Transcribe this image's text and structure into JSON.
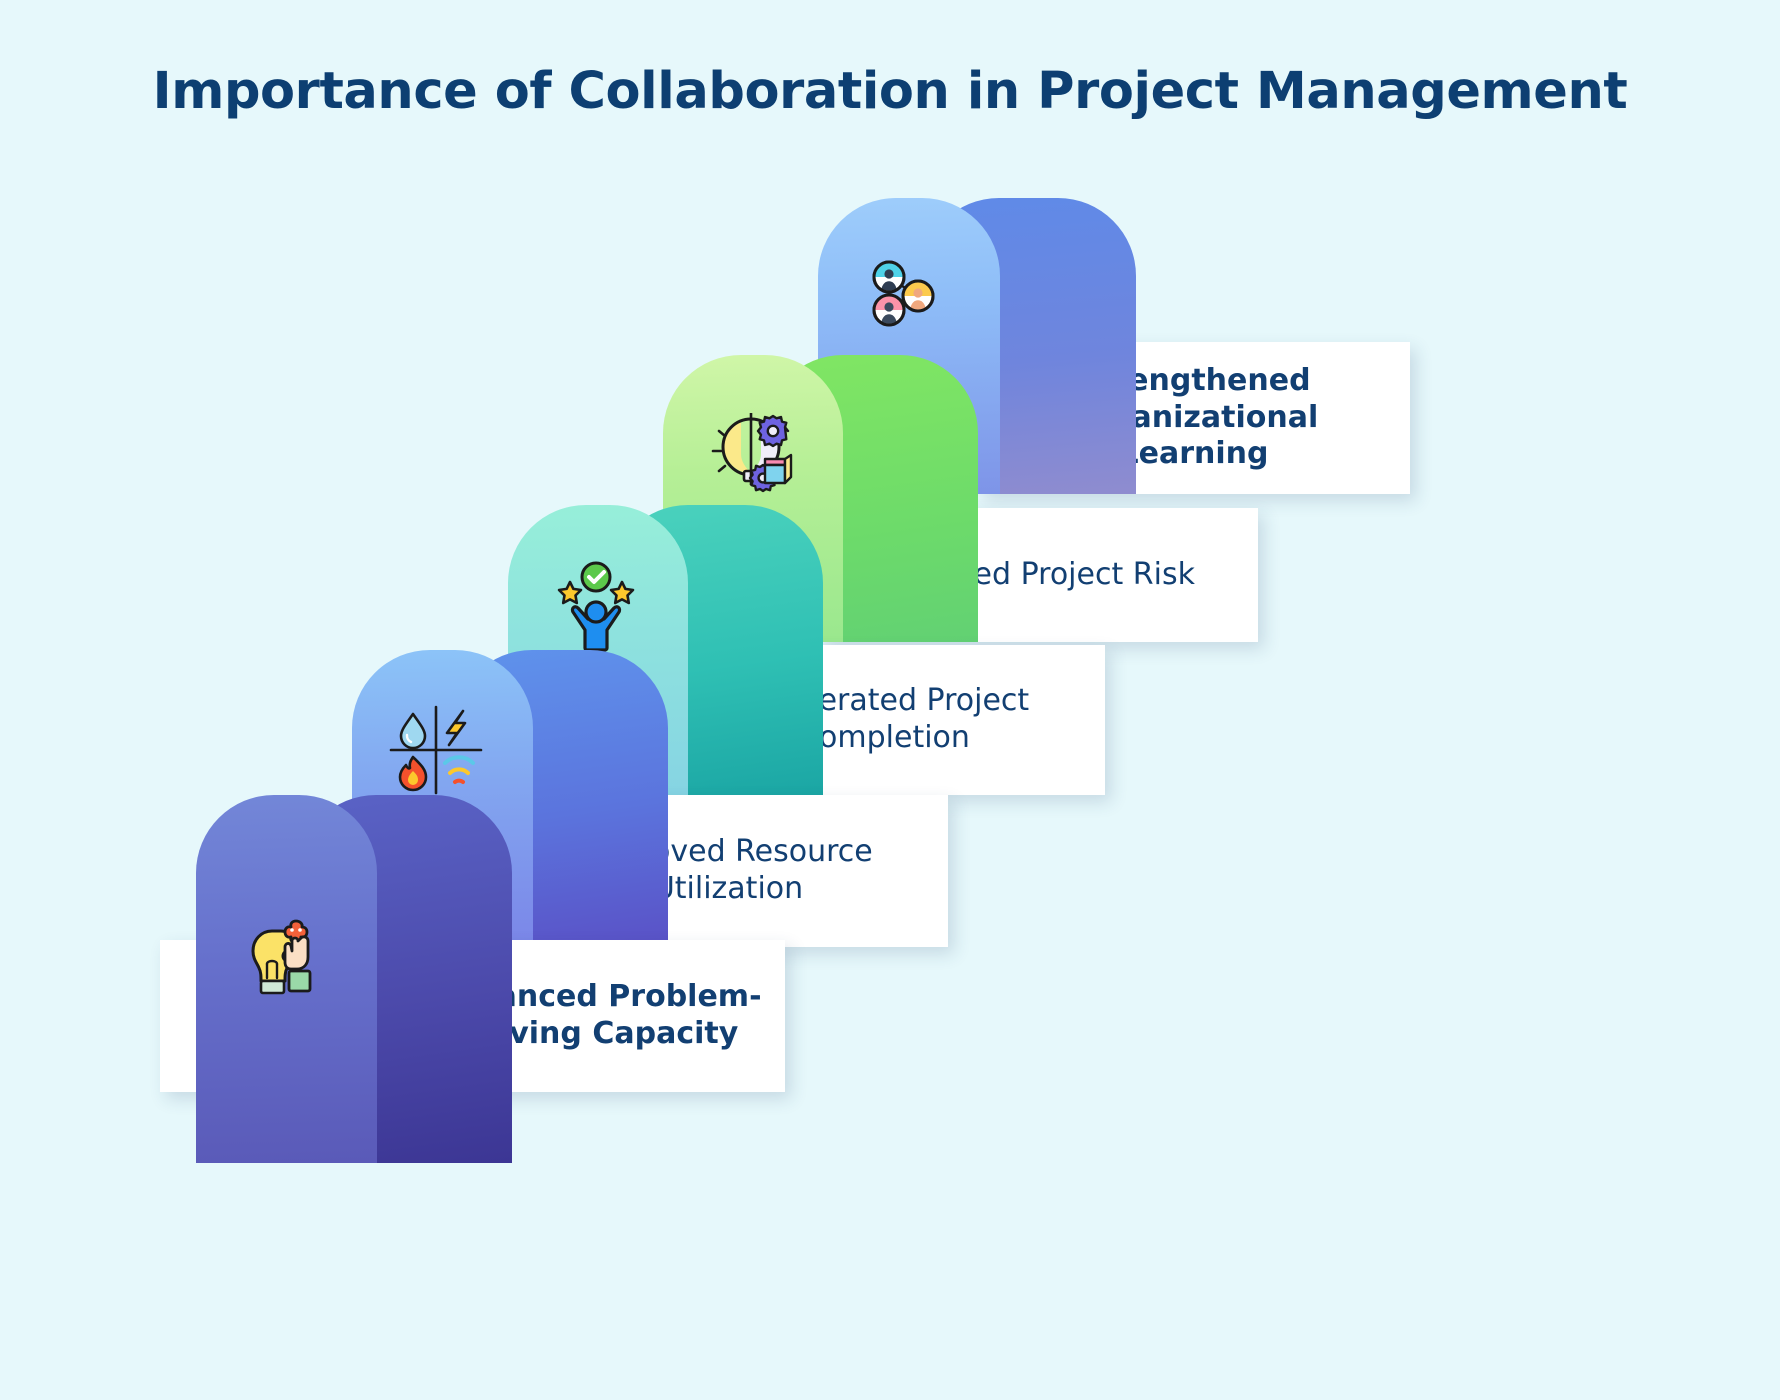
{
  "page": {
    "background_color": "#e6f8fb",
    "title": "Importance of Collaboration in Project Management",
    "title_color": "#0d3f72",
    "text_color": "#123f72"
  },
  "steps": [
    {
      "id": "step-1",
      "label": "Enhanced Problem-Solving Capacity",
      "icon": "lightbulb-puzzle-hand-icon",
      "front_color_top": "#6f7fd4",
      "front_color_bottom": "#5a63bd",
      "side_color_top": "#5560c2",
      "side_color_bottom": "#3c3694",
      "label_bold": true
    },
    {
      "id": "step-2",
      "label": "Improved Resource Utilization",
      "icon": "utilities-grid-icon",
      "front_color_top": "#87b6f5",
      "front_color_bottom": "#7b86e8",
      "side_color_top": "#5f87e8",
      "side_color_bottom": "#5b51c6",
      "label_bold": false
    },
    {
      "id": "step-3",
      "label": "Accelerated Project Completion",
      "icon": "celebrating-person-stars-icon",
      "front_color_top": "#8fe7d8",
      "front_color_bottom": "#86d7e2",
      "side_color_top": "#3ec9b4",
      "side_color_bottom": "#1fa8a4",
      "label_bold": false
    },
    {
      "id": "step-4",
      "label": "Reduced Project Risk",
      "icon": "lightbulb-gears-book-icon",
      "front_color_top": "#c4f29b",
      "front_color_bottom": "#9ce88f",
      "side_color_top": "#73e062",
      "side_color_bottom": "#5fd46f",
      "label_bold": false
    },
    {
      "id": "step-5",
      "label": "Strengthened Organizational Learning",
      "icon": "people-network-icon",
      "front_color_top": "#8ec0fa",
      "front_color_bottom": "#7e94e8",
      "side_color_top": "#5f8ae8",
      "side_color_bottom": "#8a86cf",
      "label_bold": true
    }
  ]
}
